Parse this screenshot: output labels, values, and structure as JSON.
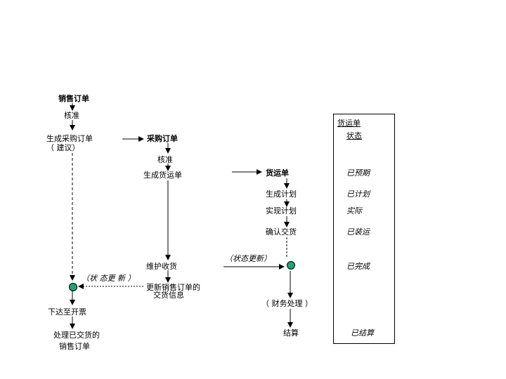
{
  "sales": {
    "title": "销售订单",
    "approve": "核准",
    "gen_po_1": "生成采购订单",
    "gen_po_2": "（ 建议）",
    "issue_invoice": "下达至开票",
    "process_1": "处理已交货的",
    "process_2": "销售订单"
  },
  "purchase": {
    "title": "采购订单",
    "approve": "核准",
    "gen_shipment": "生成货运单",
    "receive": "维护收货",
    "update_1": "更新销售订单的",
    "update_2": "交货信息"
  },
  "shipment": {
    "title": "货运单",
    "plan": "生成计划",
    "realize": "实现计划",
    "confirm": "确认交货",
    "finance": "（ 财务处理 ）",
    "settle": "结算"
  },
  "status_update": {
    "left": "（状 态更 新 ）",
    "right": "（状态更新）"
  },
  "status_box": {
    "header_1": "货运单",
    "header_2": "状态",
    "items": [
      "已预期",
      "已计划",
      "实际",
      "已装运",
      "已完成",
      "已结算"
    ]
  },
  "colors": {
    "node": "#1fa37a",
    "line": "#000000"
  }
}
